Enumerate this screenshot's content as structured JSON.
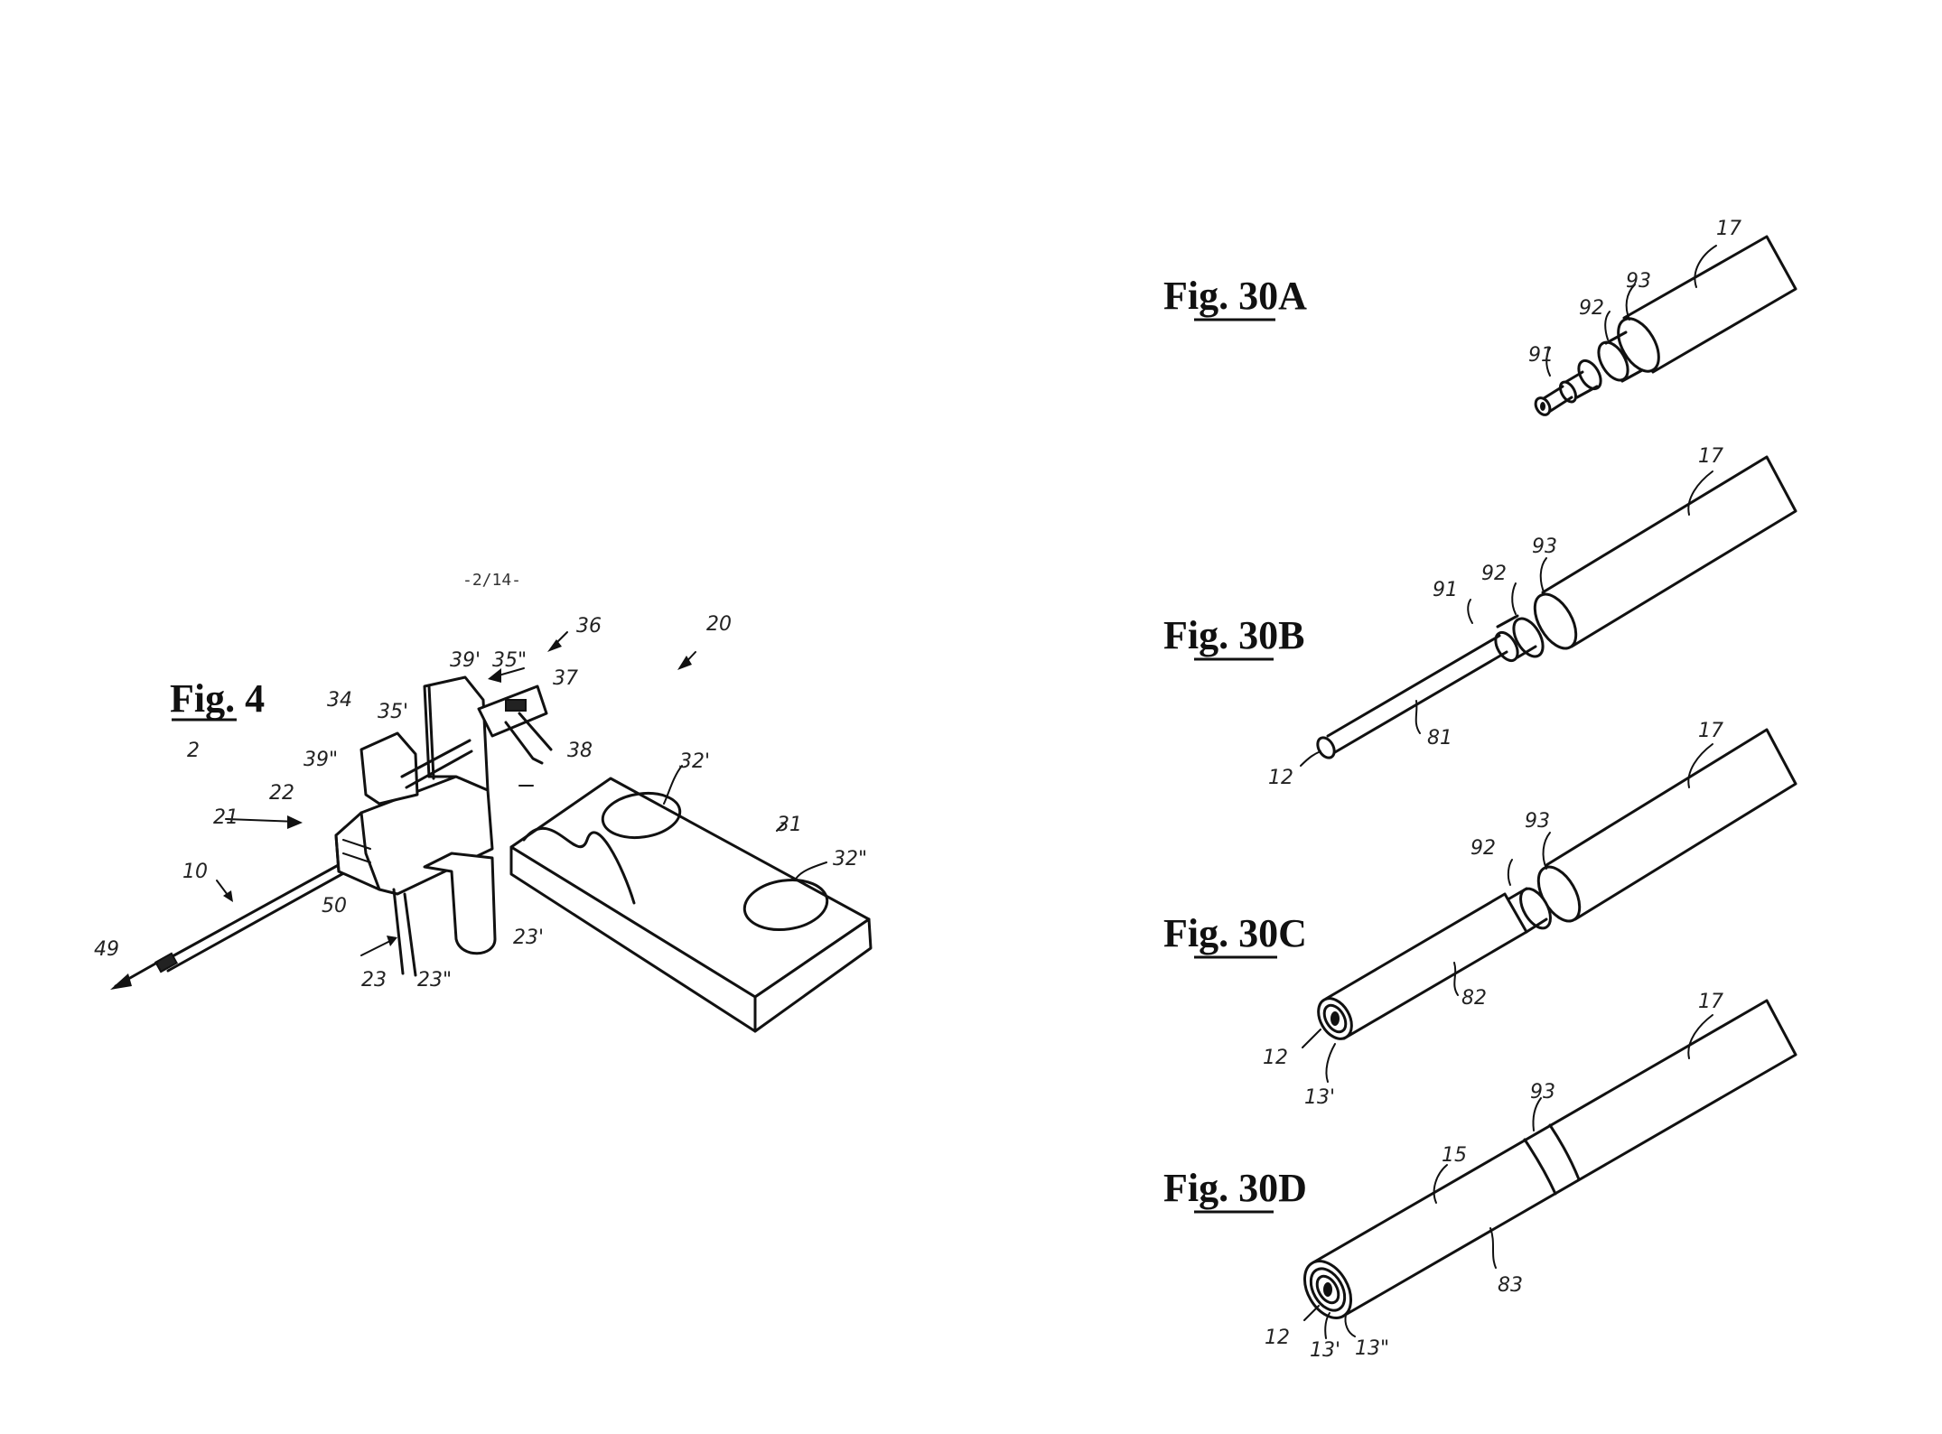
{
  "page_number": "-2/14-",
  "fig4": {
    "title": "Fig. 4",
    "labels": {
      "l20": "20",
      "l36": "36",
      "l37": "37",
      "l38": "38",
      "l34": "34",
      "l35p": "35'",
      "l35pp": "35\"",
      "l39p": "39'",
      "l39pp": "39\"",
      "l2": "2",
      "l22": "22",
      "l21": "21",
      "l10": "10",
      "l50": "50",
      "l49": "49",
      "l23": "23",
      "l23pp": "23\"",
      "l23p": "23'",
      "l31": "31",
      "l32p": "32'",
      "l32pp": "32\""
    }
  },
  "fig30a": {
    "title": "Fig. 30A",
    "labels": {
      "l17": "17",
      "l93": "93",
      "l92": "92",
      "l91": "91"
    }
  },
  "fig30b": {
    "title": "Fig. 30B",
    "labels": {
      "l17": "17",
      "l93": "93",
      "l92": "92",
      "l91": "91",
      "l81": "81",
      "l12": "12"
    }
  },
  "fig30c": {
    "title": "Fig. 30C",
    "labels": {
      "l17": "17",
      "l93": "93",
      "l92": "92",
      "l82": "82",
      "l12": "12",
      "l13p": "13'"
    }
  },
  "fig30d": {
    "title": "Fig. 30D",
    "labels": {
      "l17": "17",
      "l93": "93",
      "l15": "15",
      "l83": "83",
      "l12": "12",
      "l13p": "13'",
      "l13pp": "13\""
    }
  }
}
